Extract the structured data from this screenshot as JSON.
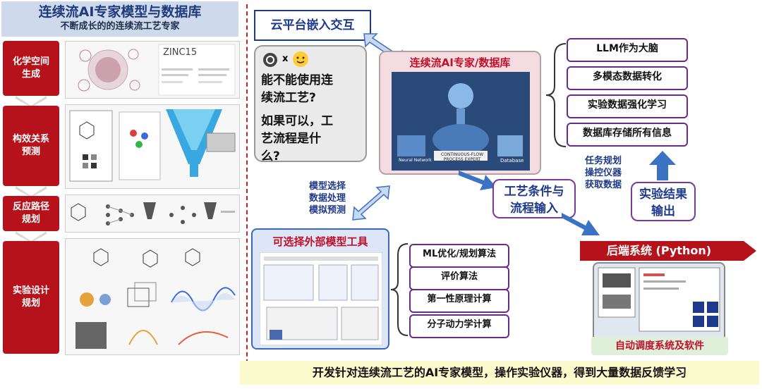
{
  "left": {
    "title": "连续流AI专家模型与数据库",
    "subtitle": "不断成长的的连续流工艺专家",
    "stages": [
      {
        "label_lines": [
          "化学空间",
          "生成"
        ]
      },
      {
        "label_lines": [
          "构效关系",
          "预测"
        ]
      },
      {
        "label_lines": [
          "反应路径",
          "规划"
        ]
      },
      {
        "label_lines": [
          "实验设计",
          "规划"
        ]
      }
    ],
    "zinc_label": "ZINC15"
  },
  "cloud": {
    "label": "云平台嵌入交互"
  },
  "chat": {
    "x_mark": "x",
    "question_lines": [
      "能不能使用连",
      "续流工艺?",
      "",
      "如果可以，工",
      "艺流程是什",
      "么?"
    ]
  },
  "expert": {
    "title": "连续流AI专家/数据库",
    "image_caption": "CONTINUOUS-FLOW PROCESS EXPERT",
    "db_caption": "Database",
    "nn_caption": "Neural Network"
  },
  "features": [
    "LLM作为大脑",
    "多模态数据转化",
    "实验数据强化学习",
    "数据库存储所有信息"
  ],
  "model_tasks": [
    "模型选择",
    "数据处理",
    "模拟预测"
  ],
  "external": {
    "title": "可选择外部模型工具"
  },
  "algorithms": [
    "ML优化/规划算法",
    "评价算法",
    "第一性原理计算",
    "分子动力学计算"
  ],
  "process_input": [
    "工艺条件与",
    "流程输入"
  ],
  "robot_tasks": [
    "任务规划",
    "操控仪器",
    "获取数据"
  ],
  "result_output": [
    "实验结果",
    "输出"
  ],
  "backend": {
    "label": "后端系统 (Python)",
    "caption": "自动调度系统及软件"
  },
  "bottom_banner": "开发针对连续流工艺的AI专家模型，操作实验仪器，得到大量数据反馈学习",
  "colors": {
    "red": "#b5121b",
    "navy": "#1f3a8a",
    "purple": "#6a2a8a",
    "arrow_blue": "#3a72c4"
  }
}
